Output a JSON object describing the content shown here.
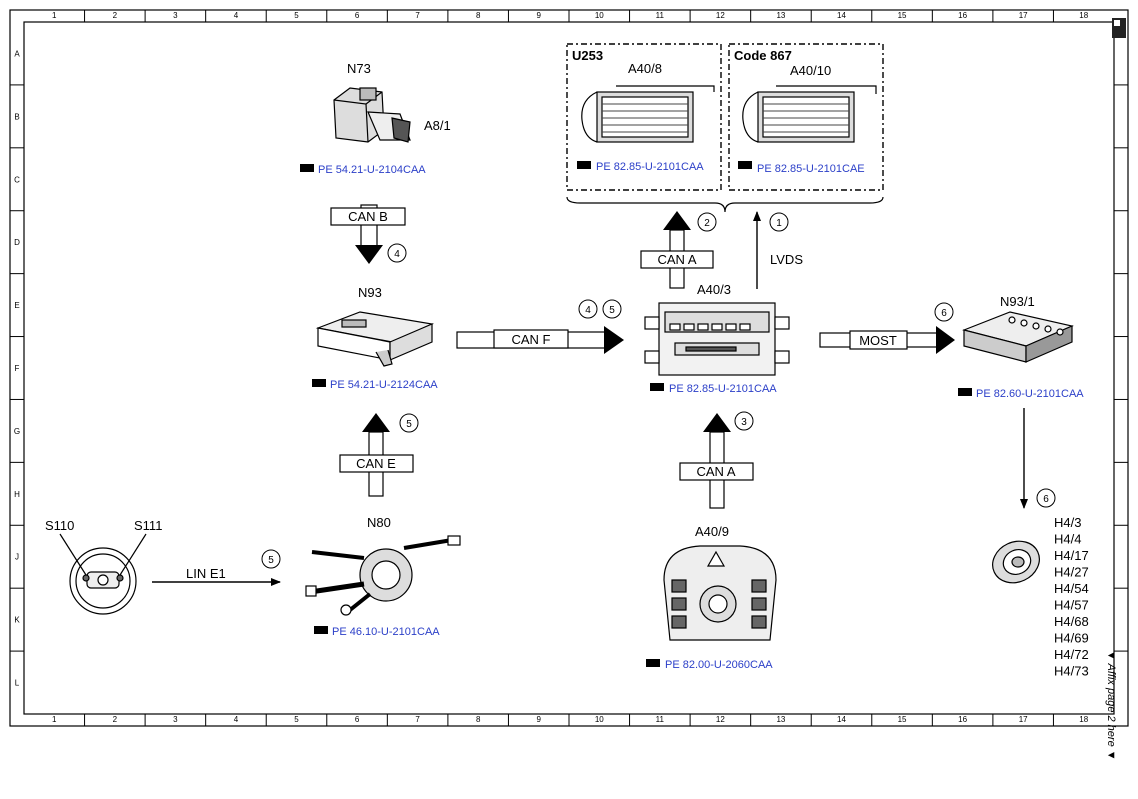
{
  "grid": {
    "cols": [
      "1",
      "2",
      "3",
      "4",
      "5",
      "6",
      "7",
      "8",
      "9",
      "10",
      "11",
      "12",
      "13",
      "14",
      "15",
      "16",
      "17",
      "18"
    ],
    "rows": [
      "A",
      "B",
      "C",
      "D",
      "E",
      "F",
      "G",
      "H",
      "J",
      "K",
      "L"
    ]
  },
  "components": {
    "n73": {
      "name": "N73",
      "sub": "A8/1",
      "ref": "PE 54.21-U-2104CAA"
    },
    "n93": {
      "name": "N93",
      "ref": "PE 54.21-U-2124CAA"
    },
    "a40_3": {
      "name": "A40/3",
      "ref": "PE 82.85-U-2101CAA"
    },
    "n93_1": {
      "name": "N93/1",
      "ref": "PE 82.60-U-2101CAA"
    },
    "a40_8": {
      "name": "A40/8",
      "group": "U253",
      "ref": "PE 82.85-U-2101CAA"
    },
    "a40_10": {
      "name": "A40/10",
      "group": "Code 867",
      "ref": "PE 82.85-U-2101CAE"
    },
    "n80": {
      "name": "N80",
      "ref": "PE 46.10-U-2101CAA"
    },
    "a40_9": {
      "name": "A40/9",
      "ref": "PE 82.00-U-2060CAA"
    },
    "wheel": {
      "left": "S110",
      "right": "S111"
    }
  },
  "buses": {
    "can_b": "CAN B",
    "can_f": "CAN F",
    "can_e": "CAN E",
    "can_a_top": "CAN A",
    "can_a_bottom": "CAN A",
    "most": "MOST",
    "lin": "LIN E1",
    "lvds": "LVDS"
  },
  "markers": {
    "m1": "1",
    "m2": "2",
    "m3": "3",
    "m4a": "4",
    "m4b": "4",
    "m5a": "5",
    "m5b": "5",
    "m5c": "5",
    "m6a": "6",
    "m6b": "6"
  },
  "speakers": [
    "H4/3",
    "H4/4",
    "H4/17",
    "H4/27",
    "H4/54",
    "H4/57",
    "H4/68",
    "H4/69",
    "H4/72",
    "H4/73"
  ],
  "side_note": "▼ Affix page 2 here ▼"
}
